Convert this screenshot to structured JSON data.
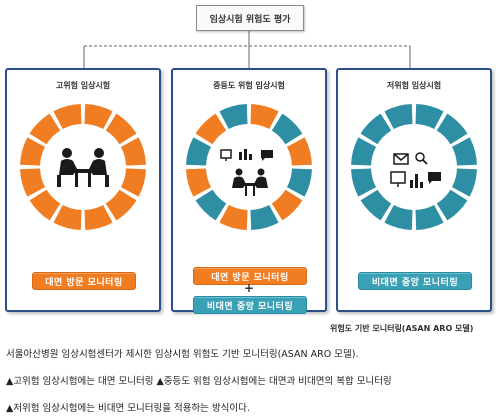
{
  "root": {
    "label": "임상시험 위험도 평가"
  },
  "panels": [
    {
      "title": "고위험 임상시험",
      "buttons": [
        "대면 방문 모니터링"
      ],
      "wheel_color": "orange"
    },
    {
      "title": "중등도 위험 임상시험",
      "buttons": [
        "대면 방문 모니터링",
        "비대면 중앙 모니터링"
      ],
      "plus": "+",
      "wheel_color": "orange-teal"
    },
    {
      "title": "저위험 임상시험",
      "buttons": [
        "비대면 중앙 모니터링"
      ],
      "wheel_color": "teal"
    }
  ],
  "model_label": "위험도 기반 모니터링(ASAN ARO 모델)",
  "caption": [
    "서울아산병원 임상시험센터가 제시한 임상시험 위험도 기반 모니터링(ASAN ARO 모델).",
    "▲고위험 임상시험에는 대면 모니터링 ▲중등도 위험 임상시험에는 대면과 비대면의 복합 모니터링",
    "▲저위험 임상시험에는 비대면 모니터링을 적용하는 방식이다."
  ],
  "colors": {
    "orange": "#f07d22",
    "teal": "#2e8ea3",
    "panel_border": "#2b4f86",
    "connector": "#666666"
  }
}
